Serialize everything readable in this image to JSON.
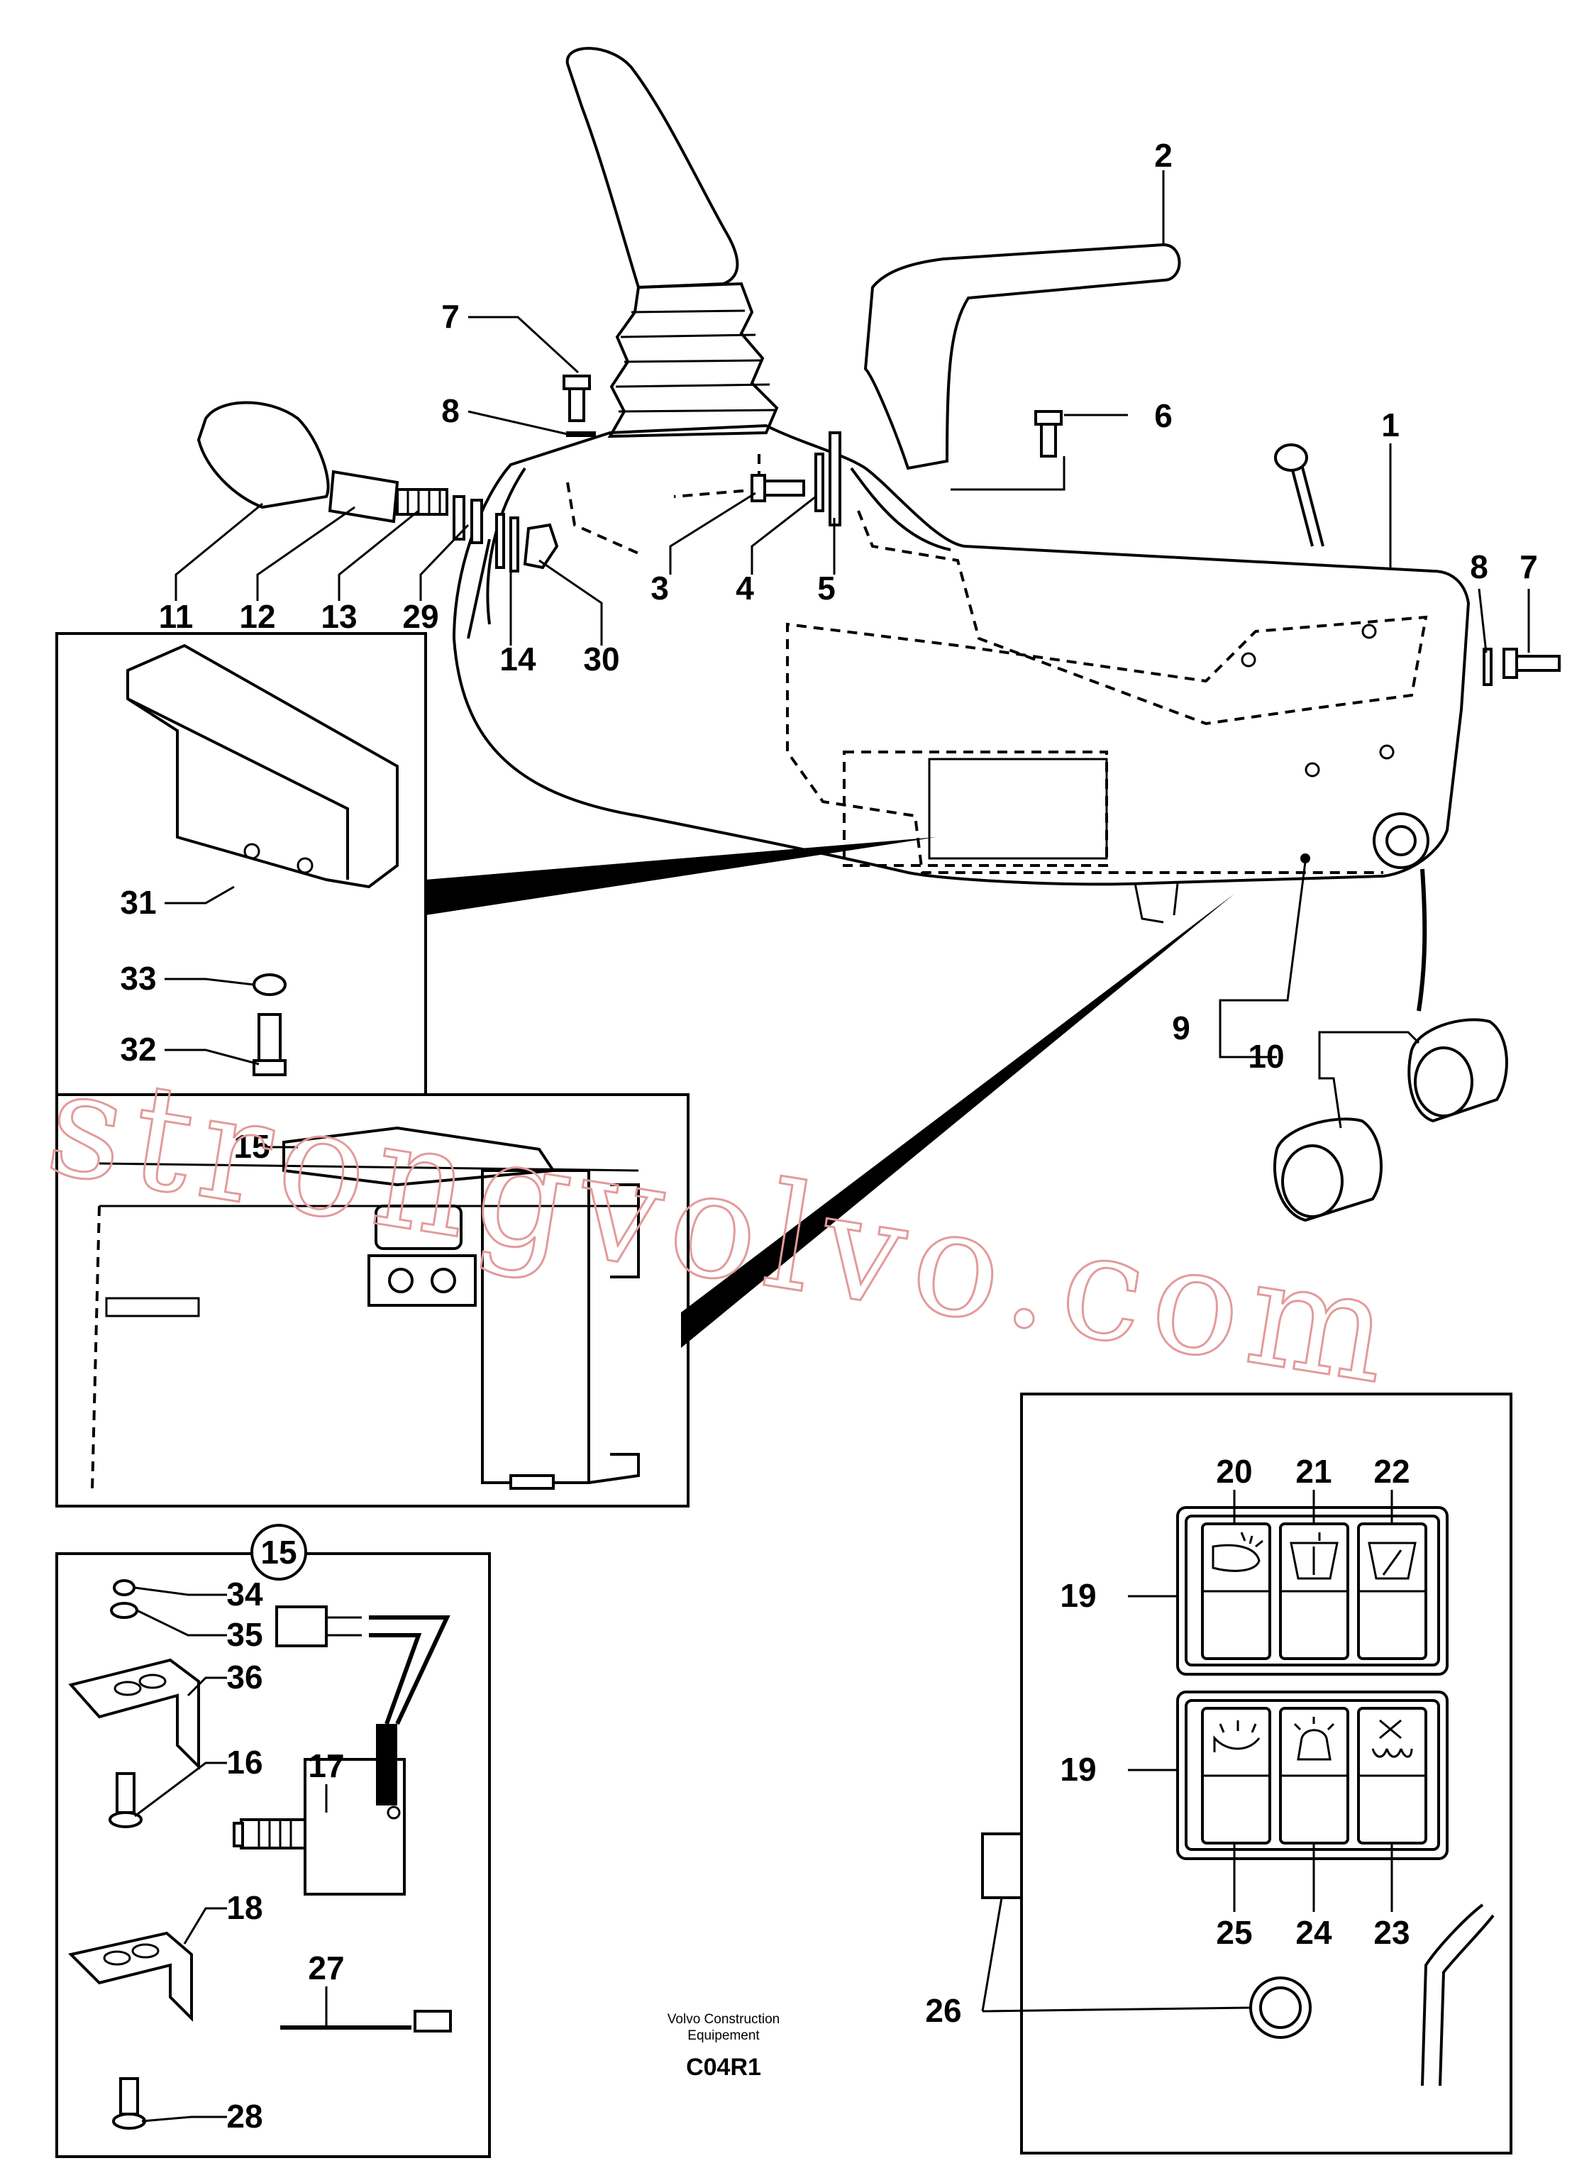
{
  "callouts": [
    "1",
    "2",
    "3",
    "4",
    "5",
    "6",
    "7",
    "8",
    "9",
    "10",
    "11",
    "12",
    "13",
    "14",
    "15",
    "16",
    "17",
    "18",
    "19",
    "20",
    "21",
    "22",
    "23",
    "24",
    "25",
    "26",
    "27",
    "28",
    "29",
    "30",
    "31",
    "32",
    "33",
    "34",
    "35",
    "36"
  ],
  "inset_15_badge": "15",
  "caption": {
    "line1": "Volvo Construction",
    "line2": "Equipement",
    "code": "C04R1"
  },
  "watermark": "strongvolvo.com",
  "icons": {
    "switch_20": "work-light-icon",
    "switch_21": "windshield-washer-icon",
    "switch_22": "windshield-wiper-icon",
    "switch_25": "rear-work-light-icon",
    "switch_24": "rotating-beacon-icon",
    "switch_23": "heater-fan-icon"
  }
}
